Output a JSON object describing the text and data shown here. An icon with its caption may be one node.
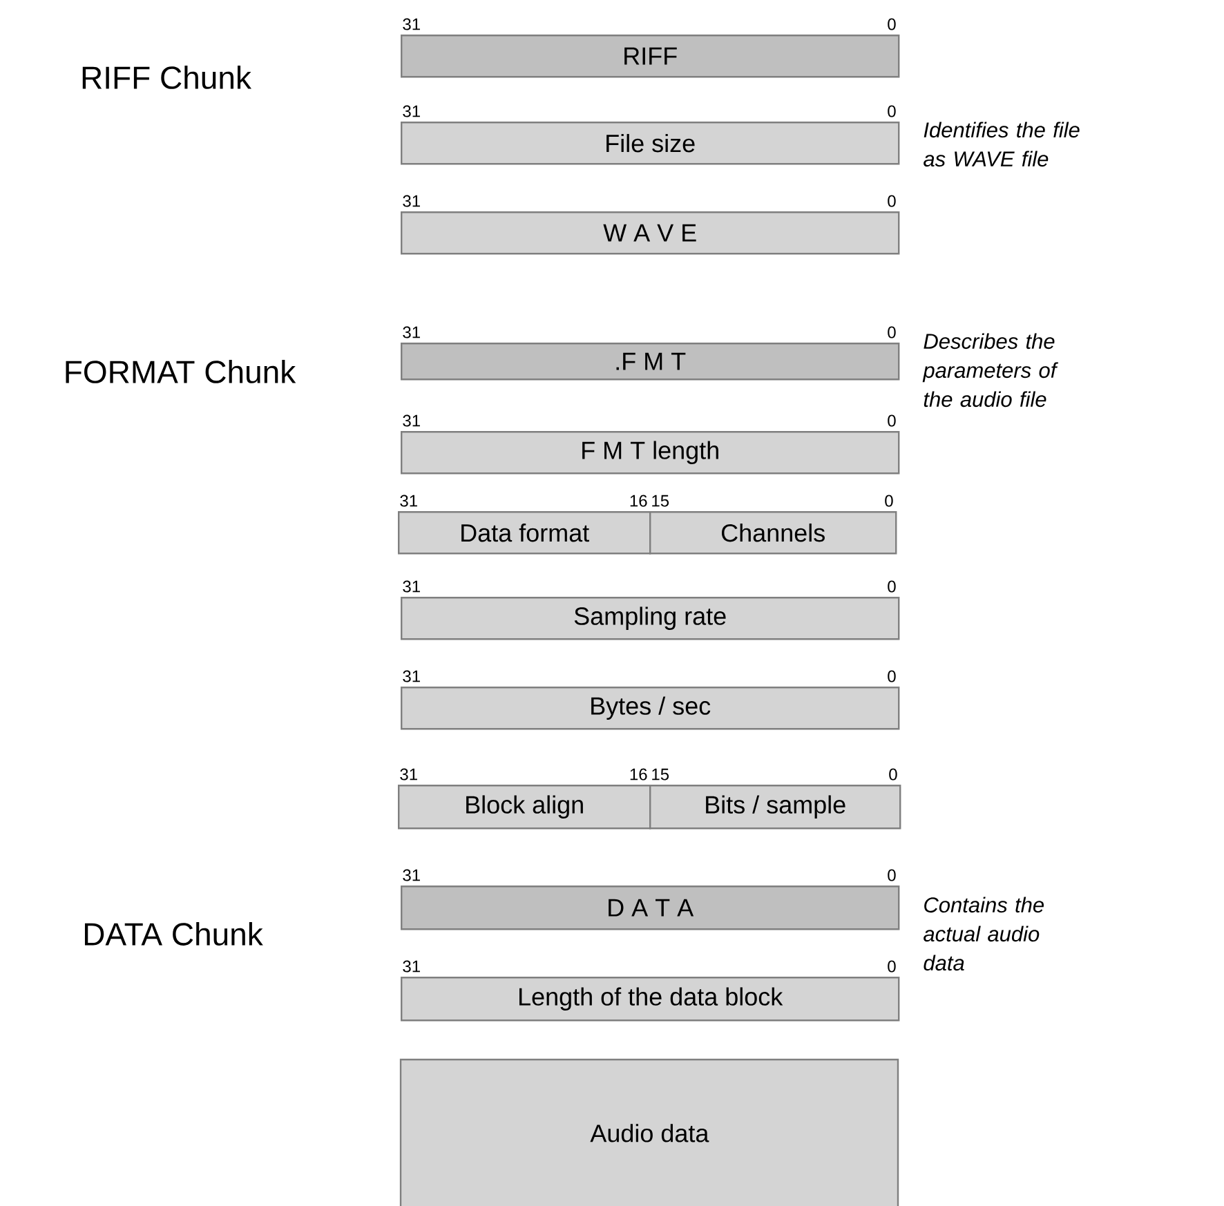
{
  "diagram": {
    "nodes": [
      {
        "text": [
          "RIFF"
        ],
        "beside": [
          "31",
          "0"
        ]
      },
      {
        "text": [
          "File size"
        ],
        "beside": [
          "31",
          "0"
        ]
      },
      {
        "text": [
          "W A V E"
        ],
        "beside": [
          "31",
          "0"
        ]
      },
      {
        "text": [
          ".F M T"
        ],
        "beside": [
          "31",
          "0"
        ]
      },
      {
        "text": [
          "F M T length"
        ],
        "beside": [
          "31",
          "0"
        ]
      },
      {
        "text": [
          "Data format"
        ],
        "beside": [
          "31",
          "16"
        ]
      },
      {
        "text": [
          "Channels"
        ],
        "beside": [
          "15",
          "0"
        ]
      },
      {
        "text": [
          "Sampling rate"
        ],
        "beside": [
          "31",
          "0"
        ]
      },
      {
        "text": [
          "Bytes / sec"
        ],
        "beside": [
          "31",
          "0"
        ]
      },
      {
        "text": [
          "Block align"
        ],
        "beside": [
          "31",
          "16"
        ]
      },
      {
        "text": [
          "Bits / sample"
        ],
        "beside": [
          "15",
          "0"
        ]
      },
      {
        "text": [
          "D A T A"
        ],
        "beside": [
          "31",
          "0"
        ]
      },
      {
        "text": [
          "Length of the data block"
        ],
        "beside": [
          "31",
          "0"
        ]
      },
      {
        "text": [
          "Audio data"
        ]
      }
    ],
    "labels": [
      "RIFF Chunk",
      "Identifies the file as WAVE file",
      "FORMAT Chunk",
      "Describes the parameters of the audio file",
      "DATA Chunk",
      "Contains the actual audio data"
    ]
  }
}
